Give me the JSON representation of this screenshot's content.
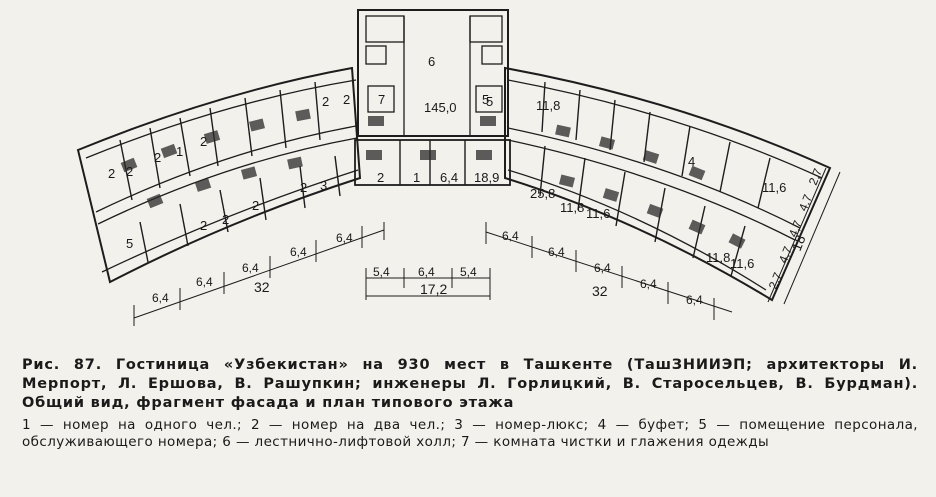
{
  "plan": {
    "rooms": {
      "hall_number": "6",
      "hall_area": "145,0",
      "ironing_room": "7",
      "staff_room": "5",
      "center_rooms": [
        "2",
        "1",
        "6,4",
        "18,9"
      ],
      "left_wing_rooms": [
        "2",
        "2",
        "2",
        "1",
        "2",
        "2",
        "2",
        "2",
        "2",
        "2",
        "2",
        "3",
        "5"
      ],
      "right_wing_rooms": [
        "5",
        "11,8",
        "25,8",
        "11,8",
        "11,6",
        "4",
        "11,6",
        "11,8",
        "11,6"
      ]
    },
    "dimensions": {
      "left_module": "6,4",
      "left_total": "32",
      "center_parts": [
        "5,4",
        "6,4",
        "5,4"
      ],
      "center_total": "17,2",
      "right_module": "6,4",
      "right_total": "32",
      "depth_parts": [
        "2,7",
        "4,7",
        "4,7",
        "4,7",
        "2,7"
      ],
      "depth_total": "18"
    }
  },
  "caption": {
    "title": "Рис. 87. Гостиница «Узбекистан» на 930 мест в Ташкенте (ТашЗНИИЭП; архитекторы И. Мерпорт, Л. Ершова, В. Рашупкин; инженеры Л. Горлицкий, В. Старосельцев, В. Бурдман). Общий вид, фрагмент фасада и план типового этажа",
    "legend": "1 — номер на одного чел.; 2 — номер на два чел.; 3 — номер-люкс; 4 — буфет; 5 — помещение персонала, обслуживающего номера; 6 — лестнично-лифтовой холл; 7 — комната чистки и глажения одежды"
  }
}
